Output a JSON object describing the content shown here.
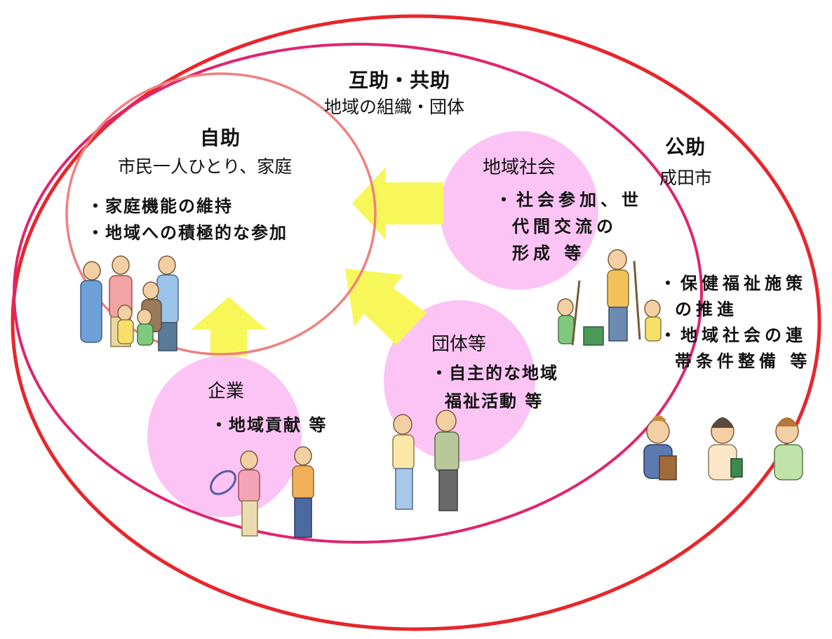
{
  "diagram": {
    "kojo": {
      "title": "公助",
      "subtitle": "成田市",
      "items": [
        "・保健福祉施策",
        "の推進",
        "・地域社会の連",
        "帯条件整備 等"
      ]
    },
    "gojo": {
      "title": "互助・共助",
      "subtitle": "地域の組織・団体"
    },
    "jijo": {
      "title": "自助",
      "subtitle": "市民一人ひとり、家庭",
      "items": [
        "・家庭機能の維持",
        "・地域への積極的な参加"
      ]
    },
    "chiiki_shakai": {
      "title": "地域社会",
      "items": [
        "・社会参加、世",
        "代間交流の",
        "形成 等"
      ]
    },
    "dantai": {
      "title": "団体等",
      "items": [
        "・自主的な地域",
        "福祉活動 等"
      ]
    },
    "kigyo": {
      "title": "企業",
      "items": [
        "・地域貢献 等"
      ]
    },
    "colors": {
      "outer_ring": "#e8262b",
      "middle_ring": "#e0246e",
      "inner_ring": "#f08080",
      "bubble": "#fbc4f5",
      "arrow": "#f7f75a"
    }
  }
}
